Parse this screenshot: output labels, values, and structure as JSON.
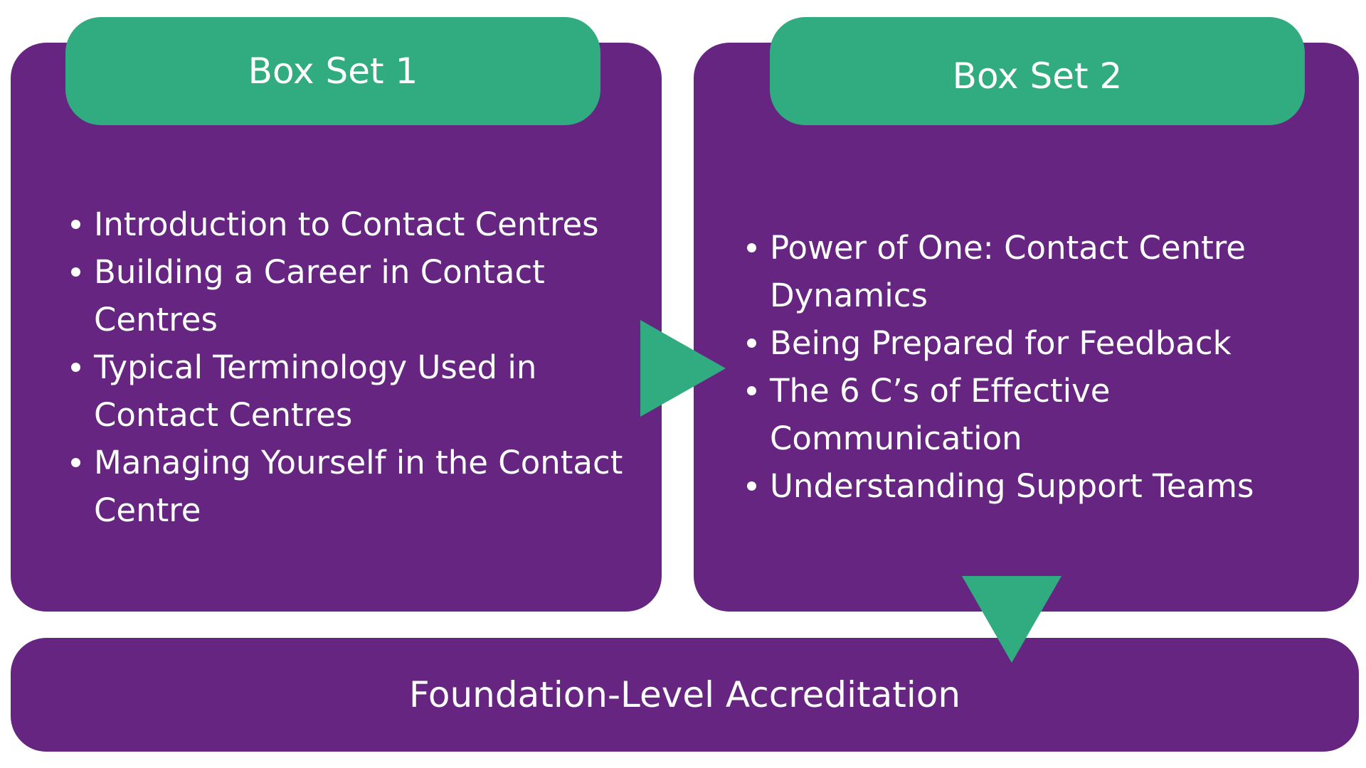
{
  "colors": {
    "panel": "#652581",
    "accent": "#31ab80",
    "text": "#ffffff"
  },
  "box_set_1": {
    "title": "Box Set 1",
    "items": [
      "Introduction to Contact Centres",
      "Building a Career in Contact Centres",
      "Typical Terminology Used in Contact Centres",
      "Managing Yourself in the Contact Centre"
    ]
  },
  "box_set_2": {
    "title": "Box Set 2",
    "items": [
      "Power of One: Contact Centre Dynamics",
      "Being Prepared for Feedback",
      "The 6 C’s of Effective Communication",
      "Understanding Support Teams"
    ]
  },
  "footer": {
    "label": "Foundation-Level Accreditation"
  },
  "icons": {
    "right_arrow": "triangle-right-icon",
    "down_arrow": "triangle-down-icon"
  }
}
